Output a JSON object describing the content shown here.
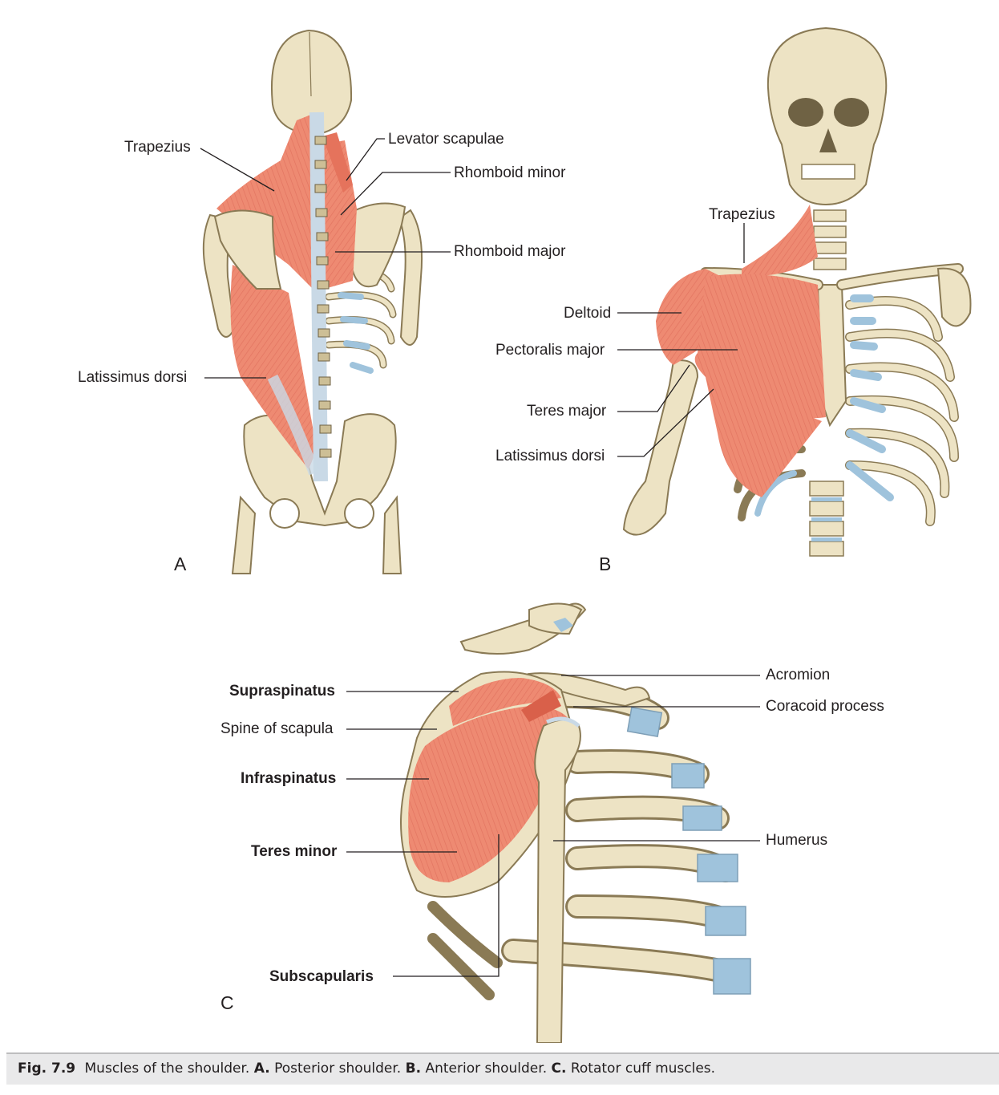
{
  "panels": {
    "a": {
      "letter": "A",
      "labels": {
        "trapezius": "Trapezius",
        "levator_scapulae": "Levator scapulae",
        "rhomboid_minor": "Rhomboid minor",
        "rhomboid_major": "Rhomboid major",
        "latissimus_dorsi": "Latissimus dorsi"
      }
    },
    "b": {
      "letter": "B",
      "labels": {
        "trapezius": "Trapezius",
        "deltoid": "Deltoid",
        "pectoralis_major": "Pectoralis major",
        "teres_major": "Teres major",
        "latissimus_dorsi": "Latissimus dorsi"
      }
    },
    "c": {
      "letter": "C",
      "labels": {
        "supraspinatus": "Supraspinatus",
        "spine_of_scapula": "Spine of scapula",
        "infraspinatus": "Infraspinatus",
        "teres_minor": "Teres minor",
        "subscapularis": "Subscapularis",
        "acromion": "Acromion",
        "coracoid_process": "Coracoid process",
        "humerus": "Humerus"
      }
    }
  },
  "caption": {
    "fig_number": "Fig. 7.9",
    "text_main": "Muscles of the shoulder.",
    "a_key": "A.",
    "a_text": "Posterior shoulder.",
    "b_key": "B.",
    "b_text": "Anterior shoulder.",
    "c_key": "C.",
    "c_text": "Rotator cuff muscles."
  },
  "colors": {
    "bone": "#ede3c4",
    "bone_outline": "#8a7a55",
    "muscle": "#ee8a72",
    "muscle_dark": "#d9604a",
    "cartilage": "#9fc3dc",
    "tendon": "#c9d9e6",
    "leader": "#231f20",
    "caption_bg": "#e9e9ea"
  }
}
